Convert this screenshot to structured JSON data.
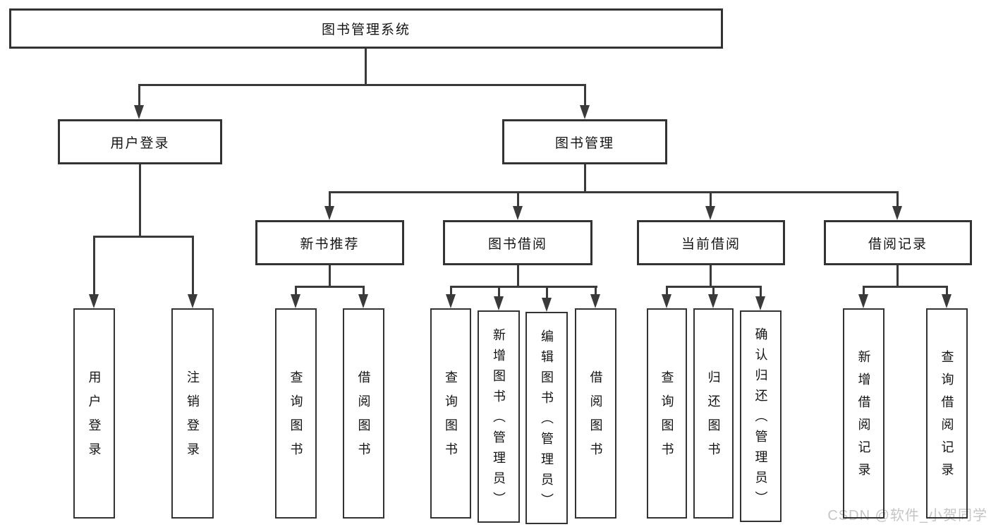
{
  "root": {
    "label": "图书管理系统"
  },
  "level1": {
    "user_login": {
      "label": "用户登录"
    },
    "book_management": {
      "label": "图书管理"
    }
  },
  "level2": {
    "new_book_recommendation": {
      "label": "新书推荐"
    },
    "book_borrowing": {
      "label": "图书借阅"
    },
    "current_borrowing": {
      "label": "当前借阅"
    },
    "borrowing_records": {
      "label": "借阅记录"
    }
  },
  "leaves": {
    "user_login": [
      "用户登录",
      "注销登录"
    ],
    "new_book_recommendation": [
      "查询图书",
      "借阅图书"
    ],
    "book_borrowing": [
      "查询图书",
      "新增图书（管理员）",
      "编辑图书（管理员）",
      "借阅图书"
    ],
    "current_borrowing": [
      "查询图书",
      "归还图书",
      "确认归还（管理员）"
    ],
    "borrowing_records": [
      "新增借阅记录",
      "查询借阅记录"
    ]
  },
  "watermark": {
    "text": "CSDN @软件_小贺同学"
  },
  "colors": {
    "line": "#3a3a3a",
    "border": "#333333",
    "text": "#141414",
    "background": "#ffffff",
    "watermark": "#c5c5c5"
  }
}
